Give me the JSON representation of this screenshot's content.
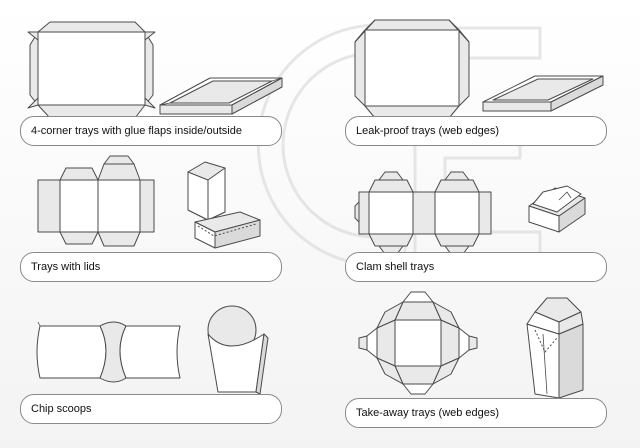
{
  "items": [
    {
      "label": "4-corner trays with glue flaps inside/outside"
    },
    {
      "label": "Leak-proof trays (web edges)"
    },
    {
      "label": "Trays with lids"
    },
    {
      "label": "Clam shell trays"
    },
    {
      "label": "Chip scoops"
    },
    {
      "label": "Take-away trays (web edges)"
    }
  ],
  "colors": {
    "line": "#4a4a4a",
    "label_border": "#8a8a8a",
    "watermark": "#d9d9d9"
  },
  "icons": [
    "watermark-logo",
    "tray-net",
    "tray-box",
    "lid-tray-net",
    "lid-box",
    "clamshell-net",
    "clamshell-box",
    "scoop-net",
    "scoop-cup",
    "takeaway-net",
    "takeaway-box"
  ]
}
